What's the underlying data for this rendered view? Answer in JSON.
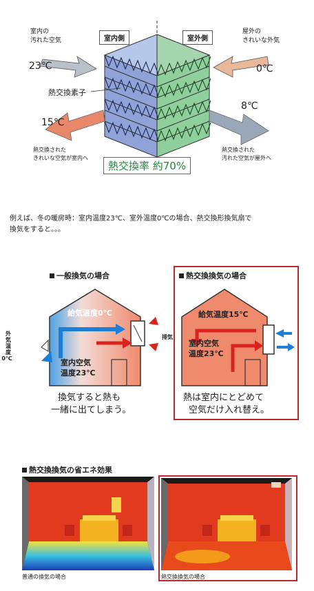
{
  "top_diagram": {
    "indoor_label": "室内側",
    "outdoor_label": "室外側",
    "indoor_dirty_air": [
      "室内の",
      "汚れた空気"
    ],
    "outdoor_clean_air": [
      "屋外の",
      "きれいな外気"
    ],
    "temp_23": "23℃",
    "temp_0": "0℃",
    "temp_15": "15℃",
    "temp_8": "8℃",
    "element_label": "熱交換素子",
    "clean_air_in": [
      "熱交換された",
      "きれいな空気が室内へ"
    ],
    "dirty_air_out": [
      "熱交換された",
      "汚れた空気が屋外へ"
    ],
    "efficiency": "熱交換率 約70%"
  },
  "explanation": [
    "例えば、冬の暖房時：室内温度23℃、室外温度0℃の場合、熱交換形換気扇で",
    "換気をすると。。。"
  ],
  "comparison": {
    "general": {
      "title": "一般換気の場合",
      "supply": "給気温度0℃",
      "room": [
        "室内空気",
        "温度23℃"
      ],
      "outside": [
        "外",
        "気",
        "温",
        "度",
        "0℃"
      ],
      "exhaust": "排気",
      "caption": [
        "換気すると熱も",
        "一緒に出てしまう。"
      ]
    },
    "exchange": {
      "title": "熱交換換気の場合",
      "supply": "給気温度15℃",
      "room": [
        "室内空気",
        "温度23℃"
      ],
      "caption": [
        "熱は室内にとどめて",
        "空気だけ入れ替え。"
      ]
    }
  },
  "effect": {
    "title": "熱交換換気の省エネ効果",
    "left_caption": "普通の換気の場合",
    "right_caption": "熱交換換気の場合"
  },
  "colors": {
    "indoor_side": "#8fa3d8",
    "outdoor_side": "#8fcf9c",
    "arrow_warm": "#e9876b",
    "arrow_cool": "#9aa7b8",
    "highlight_border": "#c0272d"
  }
}
